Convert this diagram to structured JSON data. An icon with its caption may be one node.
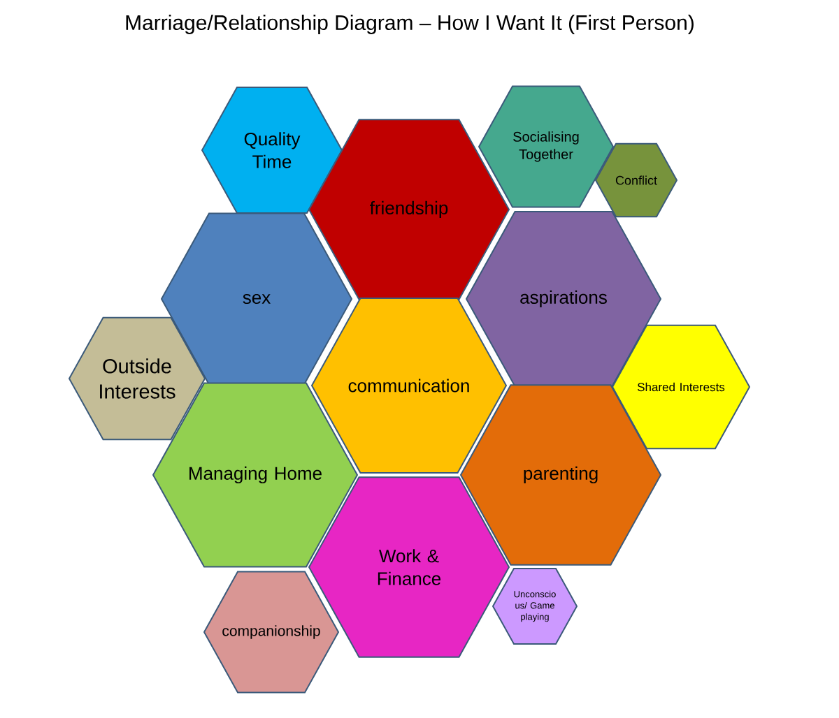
{
  "diagram": {
    "title": "Marriage/Relationship Diagram – How I Want It (First Person)",
    "nodes": [
      {
        "text": [
          "Quality Time"
        ]
      },
      {
        "text": [
          "friendship"
        ]
      },
      {
        "text": [
          "Socialising Together"
        ]
      },
      {
        "text": [
          "Conflict"
        ]
      },
      {
        "text": [
          "sex"
        ]
      },
      {
        "text": [
          "aspirations"
        ]
      },
      {
        "text": [
          "Outside Interests"
        ]
      },
      {
        "text": [
          "communication"
        ]
      },
      {
        "text": [
          "Shared Interests"
        ]
      },
      {
        "text": [
          "Managing Home"
        ]
      },
      {
        "text": [
          "parenting"
        ]
      },
      {
        "text": [
          "Work & Finance"
        ]
      },
      {
        "text": [
          "companionship"
        ]
      },
      {
        "text": [
          "Unconscio us/ Game playing"
        ]
      }
    ]
  }
}
